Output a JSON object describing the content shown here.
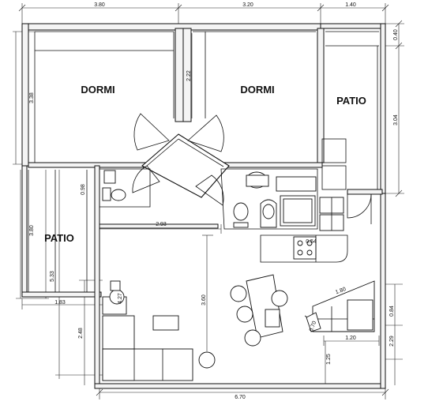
{
  "rooms": {
    "dormi_left": "DORMI",
    "dormi_right": "DORMI",
    "patio_top": "PATIO",
    "patio_left": "PATIO"
  },
  "dims": {
    "top_left": "3.80",
    "top_mid": "3.20",
    "top_right": "1.40",
    "right_top_small": "0.40",
    "right_patio": "3.04",
    "left_dormi": "3.38",
    "mid_closet": "2.22",
    "bath_small": "0.98",
    "patio_left_h": "3.80",
    "patio_left_low": "5.33",
    "patio_bottom_w": "1.83",
    "hall_w": "2.93",
    "col_small": "4.27",
    "living_h": "3.60",
    "lower_left_h": "2.48",
    "bottom_total": "6.70",
    "kitchen_small": "0.54",
    "stair_diag": "1.80",
    "right_low_a": "0.84",
    "right_low_b": "2.29",
    "stair_w": "1.20",
    "stair_h": "1.25",
    "stair_small": "0.70"
  }
}
